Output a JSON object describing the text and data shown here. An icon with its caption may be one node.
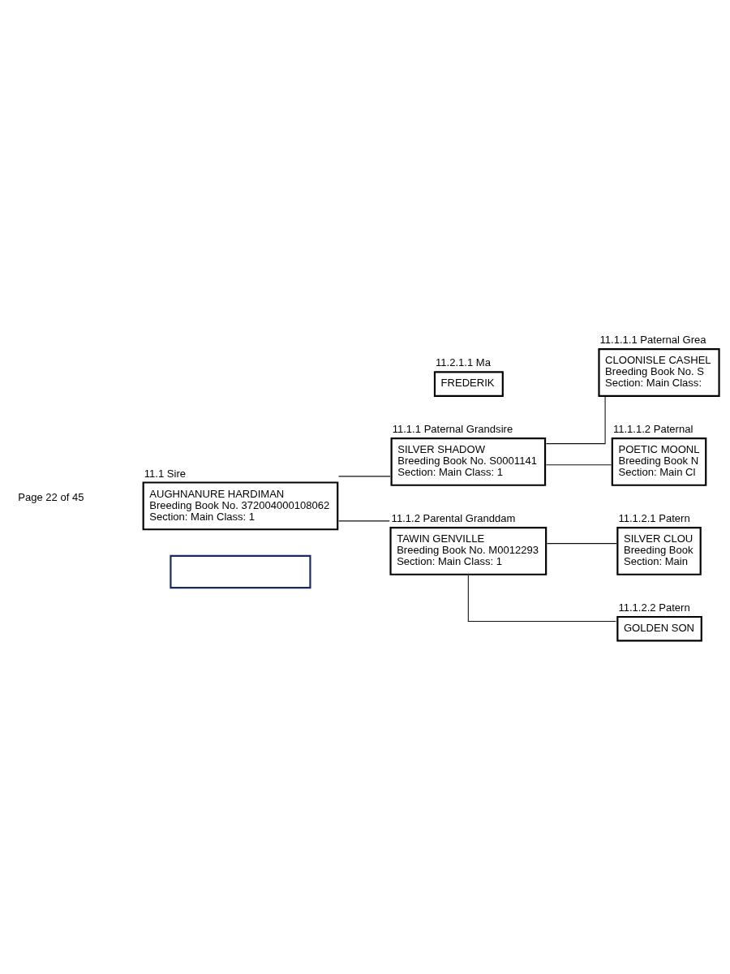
{
  "diagram": {
    "nodes": [
      {
        "text": [
          "11.1 Sire",
          "AUGHNANURE HARDIMAN",
          "Breeding Book No. 372004000108062",
          "Section: Main Class: 1"
        ]
      },
      {
        "text": [
          "11.1.1 Paternal Grandsire",
          "SILVER SHADOW",
          "Breeding Book No. S0001141",
          "Section: Main Class: 1"
        ]
      },
      {
        "text": [
          "11.1.2 Parental Granddam",
          "TAWIN GENVILLE",
          "Breeding Book No. M0012293",
          "Section: Main Class: 1"
        ]
      },
      {
        "text": [
          "11.1.1.1 Paternal Grea",
          "CLOONISLE CASHEL",
          "Breeding Book No. S",
          "Section: Main Class:"
        ]
      },
      {
        "text": [
          "11.1.1.2 Paternal",
          "POETIC MOONL",
          "Breeding Book N",
          "Section: Main Cl"
        ]
      },
      {
        "text": [
          "11.1.2.1 Patern",
          "SILVER CLOU",
          "Breeding Book",
          "Section: Main"
        ]
      },
      {
        "text": [
          "11.1.2.2 Patern",
          "GOLDEN SON"
        ]
      },
      {
        "text": [],
        "shape": "box"
      },
      {
        "text": [
          "11.2.1.1 Ma",
          "FREDERIK"
        ]
      }
    ],
    "edges": [
      {
        "from": 0,
        "to": 1,
        "arrow": "none"
      },
      {
        "from": 0,
        "to": 2,
        "arrow": "none"
      },
      {
        "from": 1,
        "to": 3,
        "arrow": "none"
      },
      {
        "from": 1,
        "to": 4,
        "arrow": "none"
      },
      {
        "from": 2,
        "to": 5,
        "arrow": "none"
      },
      {
        "from": 2,
        "to": 6,
        "arrow": "none"
      }
    ],
    "labels": [
      "Page 22 of 45"
    ]
  }
}
